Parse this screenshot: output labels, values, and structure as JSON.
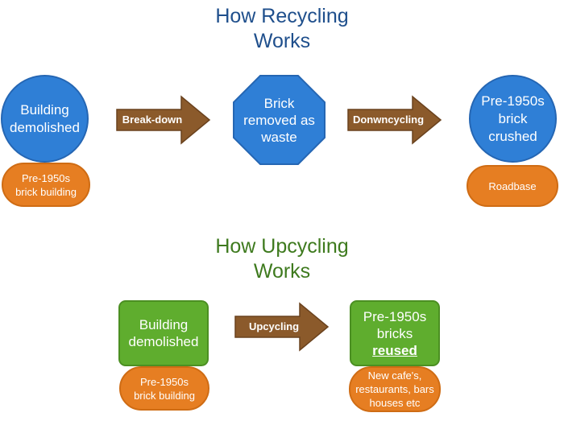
{
  "recycling": {
    "title_line1": "How Recycling",
    "title_line2": "Works",
    "start_circle": [
      "Building",
      "demolished"
    ],
    "start_oval": [
      "Pre-1950s",
      "brick building"
    ],
    "arrow1": "Break-down",
    "octagon": [
      "Brick",
      "removed as",
      "waste"
    ],
    "arrow2": "Donwncycling",
    "end_circle": [
      "Pre-1950s",
      "brick",
      "crushed"
    ],
    "end_oval": "Roadbase"
  },
  "upcycling": {
    "title_line1": "How Upcycling",
    "title_line2": "Works",
    "start_box": [
      "Building",
      "demolished"
    ],
    "start_oval": [
      "Pre-1950s",
      "brick building"
    ],
    "arrow": "Upcycling",
    "end_box": [
      "Pre-1950s",
      "bricks",
      "reused"
    ],
    "end_oval": [
      "New cafe's,",
      "restaurants, bars",
      "houses etc"
    ]
  },
  "colors": {
    "blue_title": "#1f4f8c",
    "green_title": "#3e7a1e",
    "blue_node": "#2f7fd6",
    "orange_node": "#e67e22",
    "green_node": "#5fad2e",
    "arrow_fill": "#8b5a2b"
  }
}
